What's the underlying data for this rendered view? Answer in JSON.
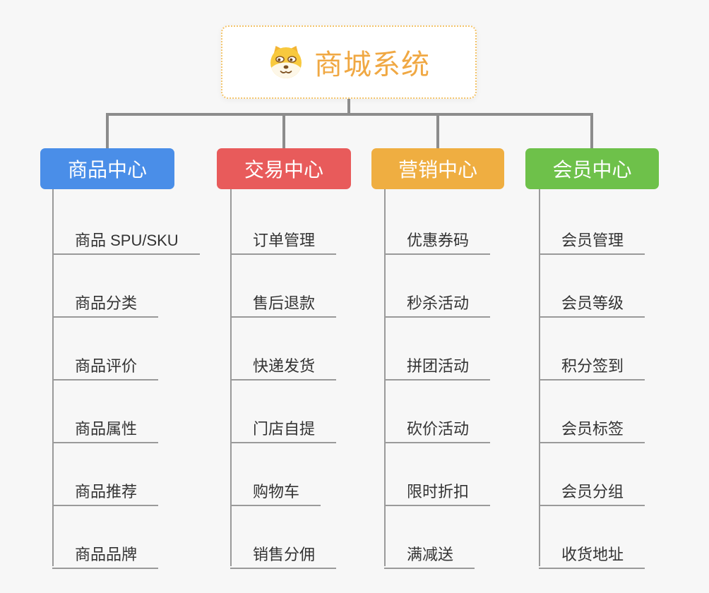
{
  "page": {
    "background_color": "#f7f7f7",
    "connector_color": "#8c8c8c",
    "leaf_line_color": "#9a9a9a",
    "leaf_text_color": "#333333"
  },
  "root": {
    "title": "商城系统",
    "icon": "dog-face-icon",
    "title_color": "#f0a843",
    "border_color": "#f3c46a"
  },
  "branches": [
    {
      "label": "商品中心",
      "color": "#4a8ee8",
      "items": [
        "商品 SPU/SKU",
        "商品分类",
        "商品评价",
        "商品属性",
        "商品推荐",
        "商品品牌"
      ]
    },
    {
      "label": "交易中心",
      "color": "#e85b5b",
      "items": [
        "订单管理",
        "售后退款",
        "快递发货",
        "门店自提",
        "购物车",
        "销售分佣"
      ]
    },
    {
      "label": "营销中心",
      "color": "#efae41",
      "items": [
        "优惠券码",
        "秒杀活动",
        "拼团活动",
        "砍价活动",
        "限时折扣",
        "满减送"
      ]
    },
    {
      "label": "会员中心",
      "color": "#6ec14a",
      "items": [
        "会员管理",
        "会员等级",
        "积分签到",
        "会员标签",
        "会员分组",
        "收货地址"
      ]
    }
  ]
}
